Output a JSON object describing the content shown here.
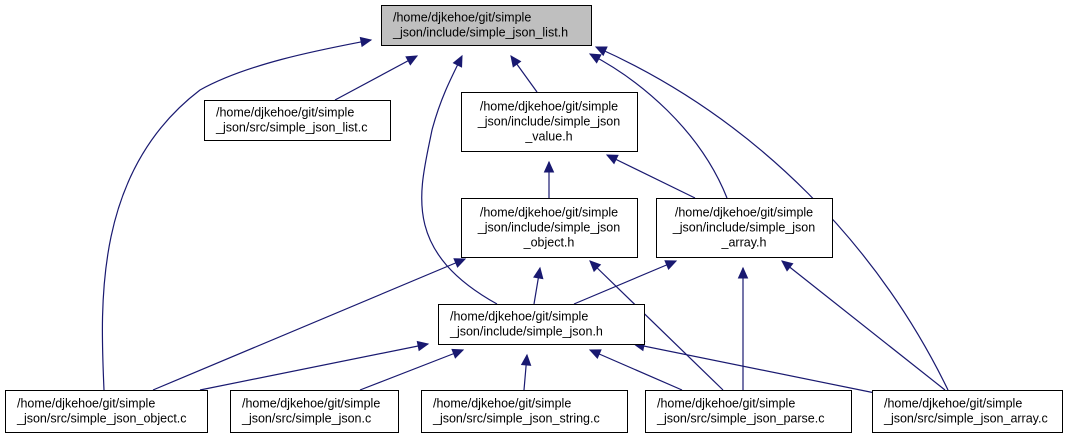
{
  "graph": {
    "type": "include-dependency-graph",
    "colors": {
      "edge": "#191970",
      "root_fill": "#bfbfbf",
      "node_fill": "#ffffff",
      "border": "#000000"
    },
    "nodes": [
      {
        "id": "list_h",
        "lines": [
          "/home/djkehoe/git/simple",
          "_json/include/simple_json_list.h"
        ],
        "root": true
      },
      {
        "id": "list_c",
        "lines": [
          "/home/djkehoe/git/simple",
          "_json/src/simple_json_list.c"
        ]
      },
      {
        "id": "value_h",
        "lines": [
          "/home/djkehoe/git/simple",
          "_json/include/simple_json",
          "_value.h"
        ]
      },
      {
        "id": "object_h",
        "lines": [
          "/home/djkehoe/git/simple",
          "_json/include/simple_json",
          "_object.h"
        ]
      },
      {
        "id": "array_h",
        "lines": [
          "/home/djkehoe/git/simple",
          "_json/include/simple_json",
          "_array.h"
        ]
      },
      {
        "id": "json_h",
        "lines": [
          "/home/djkehoe/git/simple",
          "_json/include/simple_json.h"
        ]
      },
      {
        "id": "object_c",
        "lines": [
          "/home/djkehoe/git/simple",
          "_json/src/simple_json_object.c"
        ]
      },
      {
        "id": "json_c",
        "lines": [
          "/home/djkehoe/git/simple",
          "_json/src/simple_json.c"
        ]
      },
      {
        "id": "string_c",
        "lines": [
          "/home/djkehoe/git/simple",
          "_json/src/simple_json_string.c"
        ]
      },
      {
        "id": "parse_c",
        "lines": [
          "/home/djkehoe/git/simple",
          "_json/src/simple_json_parse.c"
        ]
      },
      {
        "id": "array_c",
        "lines": [
          "/home/djkehoe/git/simple",
          "_json/src/simple_json_array.c"
        ]
      }
    ],
    "edges": [
      {
        "from": "object_c",
        "to": "list_h"
      },
      {
        "from": "list_c",
        "to": "list_h"
      },
      {
        "from": "json_h",
        "to": "list_h"
      },
      {
        "from": "value_h",
        "to": "list_h"
      },
      {
        "from": "array_h",
        "to": "list_h"
      },
      {
        "from": "array_c",
        "to": "list_h"
      },
      {
        "from": "object_h",
        "to": "value_h"
      },
      {
        "from": "array_h",
        "to": "value_h"
      },
      {
        "from": "json_h",
        "to": "object_h"
      },
      {
        "from": "object_c",
        "to": "object_h"
      },
      {
        "from": "parse_c",
        "to": "object_h"
      },
      {
        "from": "json_h",
        "to": "array_h"
      },
      {
        "from": "parse_c",
        "to": "array_h"
      },
      {
        "from": "array_c",
        "to": "array_h"
      },
      {
        "from": "object_c",
        "to": "json_h"
      },
      {
        "from": "json_c",
        "to": "json_h"
      },
      {
        "from": "string_c",
        "to": "json_h"
      },
      {
        "from": "parse_c",
        "to": "json_h"
      },
      {
        "from": "array_c",
        "to": "json_h"
      }
    ]
  }
}
